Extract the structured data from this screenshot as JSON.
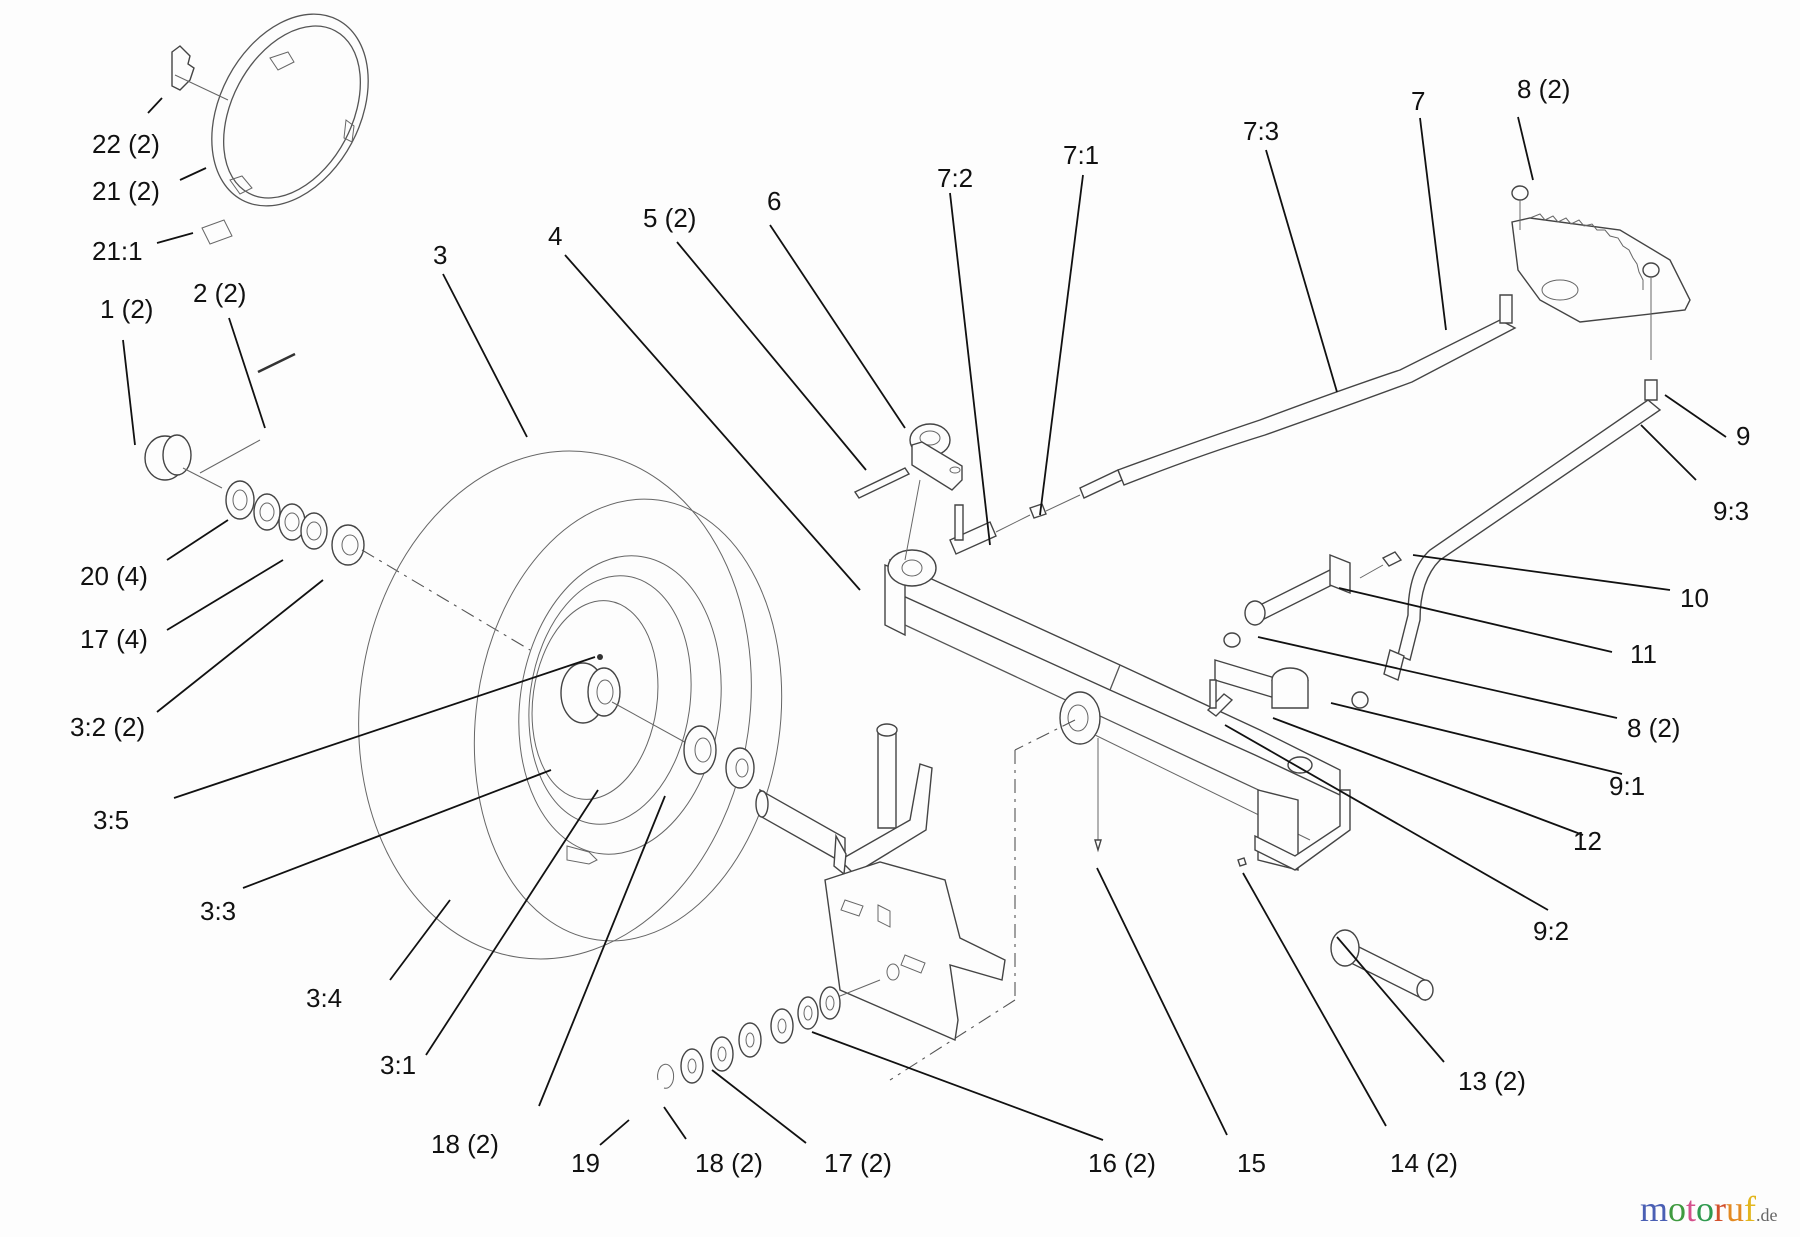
{
  "diagram": {
    "title": "Front axle / steering exploded parts diagram",
    "callouts": [
      {
        "id": "22-2",
        "text": "22 (2)"
      },
      {
        "id": "21-2",
        "text": "21 (2)"
      },
      {
        "id": "21-1",
        "text": "21:1"
      },
      {
        "id": "1-2",
        "text": "1 (2)"
      },
      {
        "id": "2-2",
        "text": "2 (2)"
      },
      {
        "id": "3",
        "text": "3"
      },
      {
        "id": "4",
        "text": "4"
      },
      {
        "id": "5-2",
        "text": "5 (2)"
      },
      {
        "id": "6",
        "text": "6"
      },
      {
        "id": "7-2",
        "text": "7:2"
      },
      {
        "id": "7-1",
        "text": "7:1"
      },
      {
        "id": "7-3",
        "text": "7:3"
      },
      {
        "id": "7",
        "text": "7"
      },
      {
        "id": "8-2-top",
        "text": "8 (2)"
      },
      {
        "id": "9",
        "text": "9"
      },
      {
        "id": "9-3",
        "text": "9:3"
      },
      {
        "id": "10",
        "text": "10"
      },
      {
        "id": "11",
        "text": "11"
      },
      {
        "id": "8-2-mid",
        "text": "8 (2)"
      },
      {
        "id": "9-1",
        "text": "9:1"
      },
      {
        "id": "12",
        "text": "12"
      },
      {
        "id": "9-2",
        "text": "9:2"
      },
      {
        "id": "13-2",
        "text": "13 (2)"
      },
      {
        "id": "14-2",
        "text": "14 (2)"
      },
      {
        "id": "15",
        "text": "15"
      },
      {
        "id": "16-2",
        "text": "16 (2)"
      },
      {
        "id": "17-2",
        "text": "17 (2)"
      },
      {
        "id": "18-2-bottom",
        "text": "18 (2)"
      },
      {
        "id": "19",
        "text": "19"
      },
      {
        "id": "18-2-left",
        "text": "18 (2)"
      },
      {
        "id": "3-1",
        "text": "3:1"
      },
      {
        "id": "3-4",
        "text": "3:4"
      },
      {
        "id": "3-3",
        "text": "3:3"
      },
      {
        "id": "3-5",
        "text": "3:5"
      },
      {
        "id": "3-2-2",
        "text": "3:2 (2)"
      },
      {
        "id": "17-4",
        "text": "17 (4)"
      },
      {
        "id": "20-4",
        "text": "20 (4)"
      }
    ]
  },
  "watermark": {
    "letters": [
      {
        "ch": "m",
        "color": "#4a5fb4"
      },
      {
        "ch": "o",
        "color": "#3f9a3f"
      },
      {
        "ch": "t",
        "color": "#d4508c"
      },
      {
        "ch": "o",
        "color": "#2f9a4f"
      },
      {
        "ch": "r",
        "color": "#d2502c"
      },
      {
        "ch": "u",
        "color": "#e38a22"
      },
      {
        "ch": "f",
        "color": "#e2b61e"
      }
    ],
    "suffix": ".de"
  }
}
